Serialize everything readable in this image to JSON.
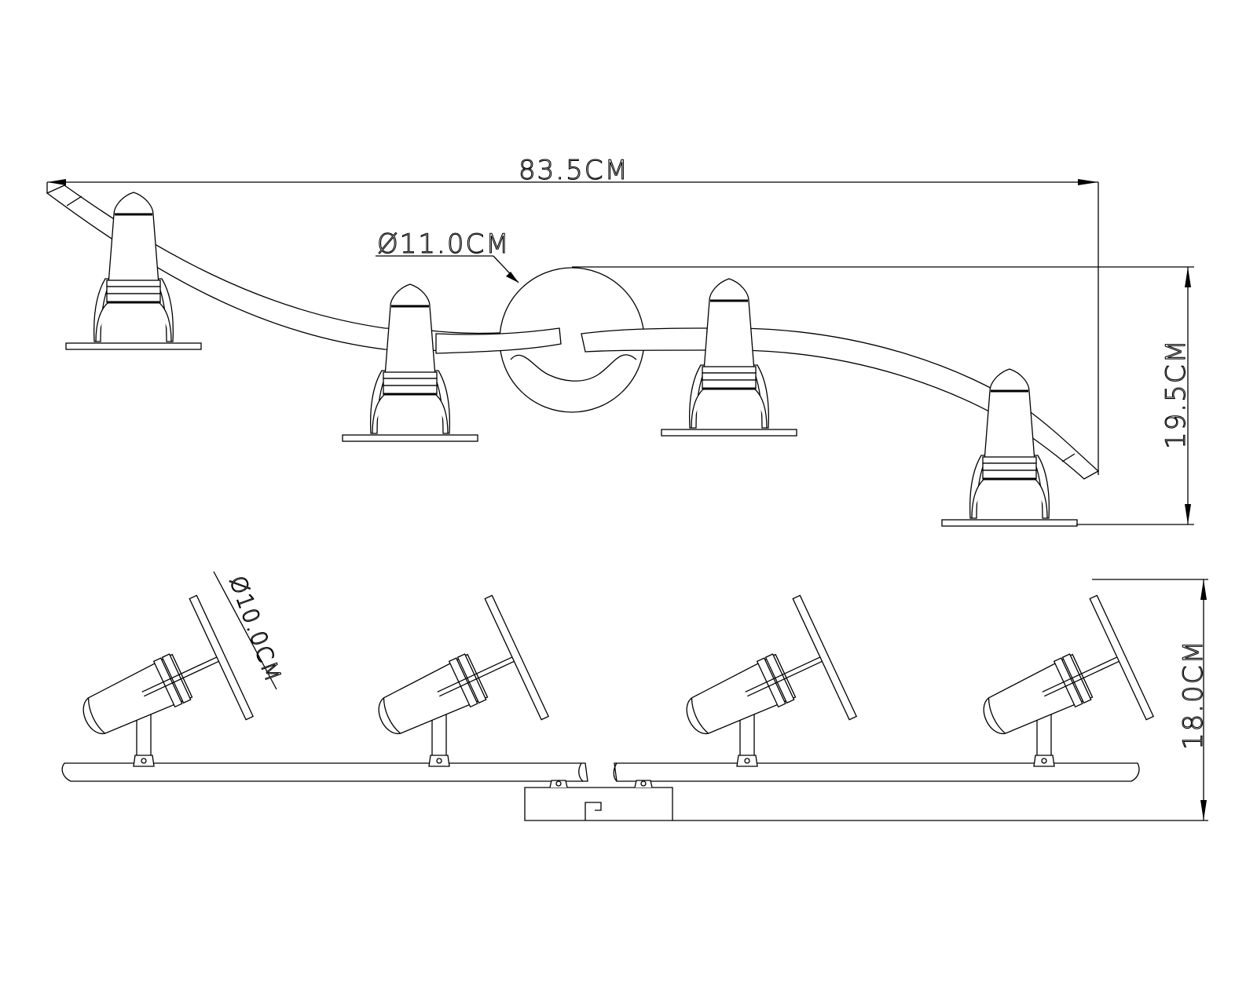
{
  "dimensions": {
    "total_length": "83.5CM",
    "canopy_diameter": "Ø11.0CM",
    "top_view_depth": "19.5CM",
    "spot_diameter": "Ø10.0CM",
    "height": "18.0CM"
  },
  "colors": {
    "line": "#000000",
    "background": "#ffffff"
  }
}
